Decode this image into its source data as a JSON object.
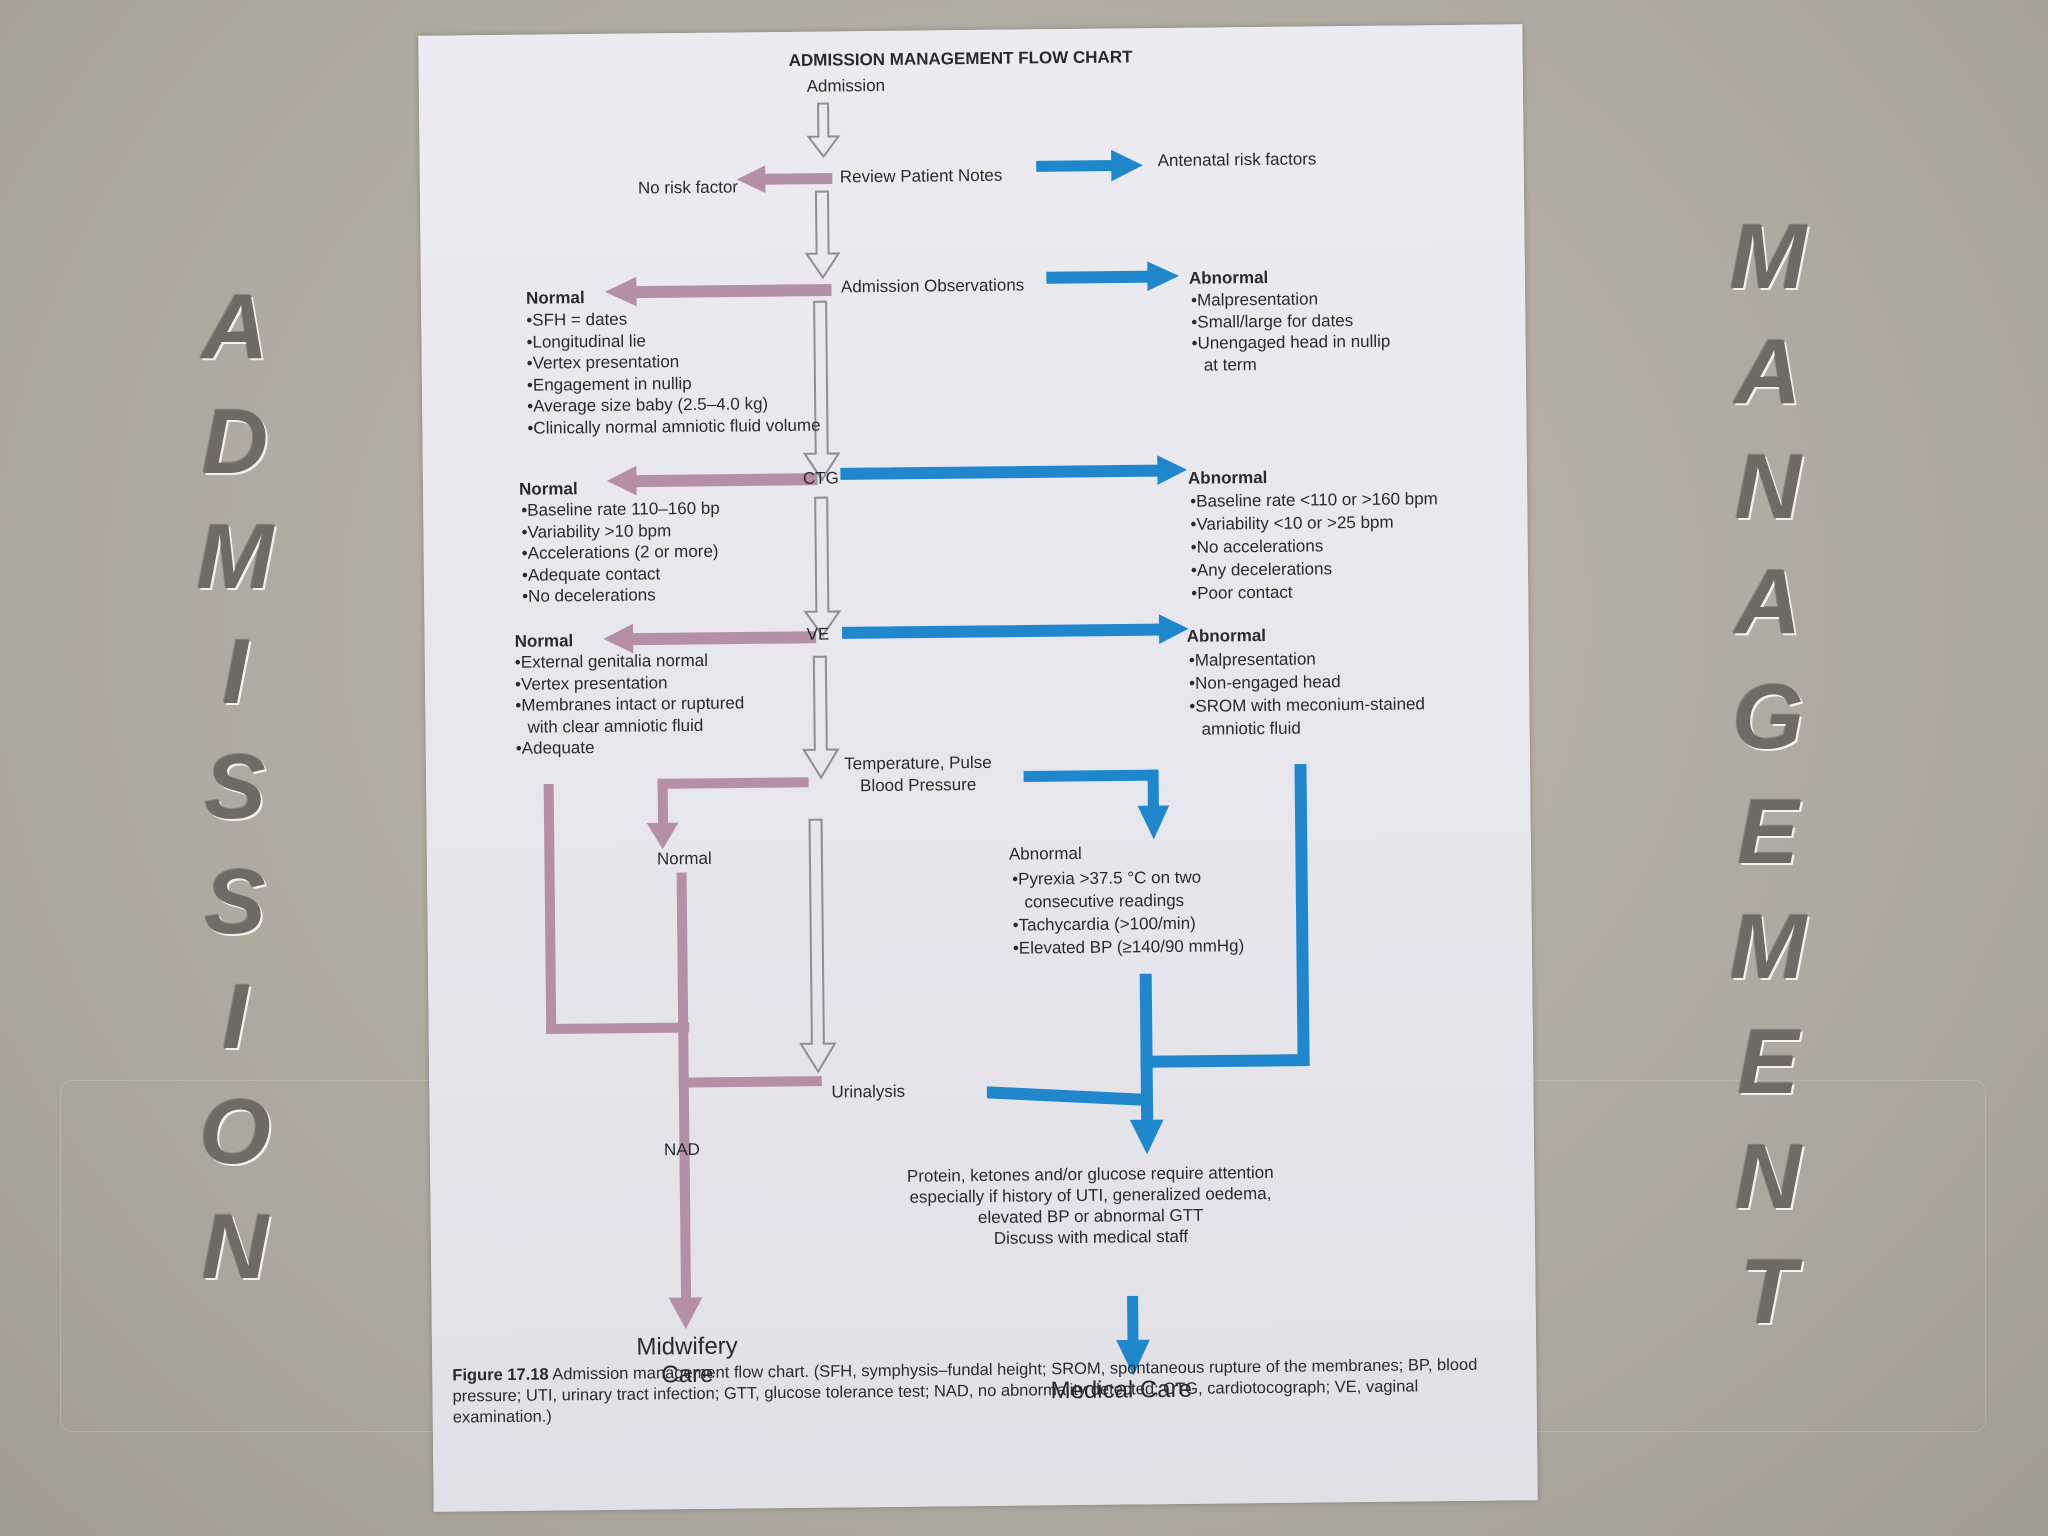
{
  "side_titles": {
    "left": [
      "A",
      "D",
      "M",
      "I",
      "S",
      "S",
      "I",
      "O",
      "N"
    ],
    "right": [
      "M",
      "A",
      "N",
      "A",
      "G",
      "E",
      "M",
      "E",
      "N",
      "T"
    ]
  },
  "colors": {
    "pink": "#b58ea7",
    "blue": "#1f87cc",
    "outline": "#8e8e94",
    "text": "#2a2a2e"
  },
  "flowchart": {
    "title": "ADMISSION MANAGEMENT FLOW CHART",
    "admission": "Admission",
    "review": {
      "label": "Review Patient Notes",
      "left": "No risk factor",
      "right": "Antenatal risk factors"
    },
    "observations": {
      "label": "Admission Observations",
      "normal_heading": "Normal",
      "normal_items": [
        "SFH = dates",
        "Longitudinal lie",
        "Vertex presentation",
        "Engagement in nullip",
        "Average size baby (2.5–4.0 kg)",
        "Clinically normal amniotic fluid volume"
      ],
      "abnormal_heading": "Abnormal",
      "abnormal_items": [
        "Malpresentation",
        "Small/large for dates",
        "Unengaged head in nullip"
      ],
      "abnormal_cont": "at term"
    },
    "ctg": {
      "label": "CTG",
      "normal_heading": "Normal",
      "normal_items": [
        "Baseline rate 110–160 bp",
        "Variability >10 bpm",
        "Accelerations (2 or more)",
        "Adequate contact",
        "No decelerations"
      ],
      "abnormal_heading": "Abnormal",
      "abnormal_items": [
        "Baseline rate <110 or >160 bpm",
        "Variability <10 or >25 bpm",
        "No accelerations",
        "Any decelerations",
        "Poor contact"
      ]
    },
    "ve": {
      "label": "VE",
      "normal_heading": "Normal",
      "normal_items": [
        "External genitalia normal",
        "Vertex presentation",
        "Membranes intact or ruptured"
      ],
      "normal_cont": "with clear amniotic fluid",
      "normal_last": "Adequate",
      "abnormal_heading": "Abnormal",
      "abnormal_items": [
        "Malpresentation",
        "Non-engaged head",
        "SROM with meconium-stained"
      ],
      "abnormal_cont": "amniotic fluid"
    },
    "tpb": {
      "label_line1": "Temperature, Pulse",
      "label_line2": "Blood Pressure",
      "normal": "Normal",
      "abnormal_heading": "Abnormal",
      "abnormal_items": [
        "Pyrexia >37.5 °C on two"
      ],
      "abnormal_cont": "consecutive readings",
      "abnormal_more": [
        "Tachycardia (>100/min)",
        "Elevated BP (≥140/90 mmHg)"
      ]
    },
    "urinalysis": "Urinalysis",
    "nad": "NAD",
    "protein": {
      "line1": "Protein, ketones and/or glucose require attention",
      "line2": "especially if history of UTI, generalized oedema,",
      "line3": "elevated BP or abnormal GTT",
      "line4": "Discuss with medical staff"
    },
    "midwifery_line1": "Midwifery",
    "midwifery_line2": "Care",
    "medical": "Medical Care",
    "caption_label": "Figure 17.18",
    "caption_text": "Admission management flow chart. (SFH, symphysis–fundal height; SROM, spontaneous rupture of the membranes; BP, blood pressure; UTI, urinary tract infection; GTT, glucose tolerance test; NAD, no abnormality detected; CTG, cardiotocograph; VE, vaginal examination.)"
  }
}
